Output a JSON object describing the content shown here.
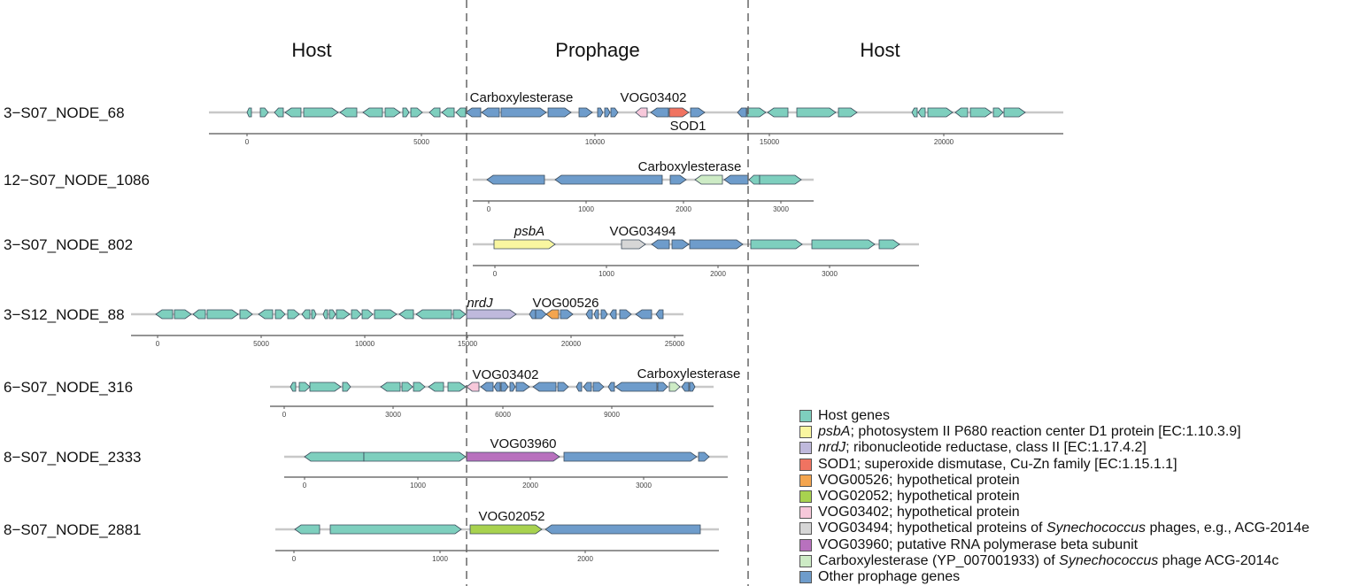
{
  "region_labels": {
    "left": "Host",
    "middle": "Prophage",
    "right": "Host"
  },
  "colors": {
    "host": "#7ECFBE",
    "psbA": "#F9F6A0",
    "nrdJ": "#BFB9DC",
    "SOD1": "#F07361",
    "VOG00526": "#F4A54E",
    "VOG02052": "#A8D24F",
    "VOG03402": "#F7C8DA",
    "VOG03494": "#D6D6D6",
    "VOG03960": "#B871BE",
    "carbox": "#CDEBC5",
    "other": "#6E9CCB",
    "outline": "#3A4A5A",
    "track": "#C8C8C8",
    "axis": "#555555",
    "divider": "#666666"
  },
  "contigs": [
    {
      "name": "3−S07_NODE_68",
      "ticks": [
        "0",
        "5000",
        "10000",
        "15000",
        "20000"
      ],
      "annotations": [
        {
          "text": "Carboxylesterase",
          "italic": false
        },
        {
          "text": "VOG03402",
          "italic": false
        },
        {
          "text": "SOD1",
          "italic": false
        }
      ]
    },
    {
      "name": "12−S07_NODE_1086",
      "ticks": [
        "0",
        "1000",
        "2000",
        "3000"
      ],
      "annotations": [
        {
          "text": "Carboxylesterase",
          "italic": false
        }
      ]
    },
    {
      "name": "3−S07_NODE_802",
      "ticks": [
        "0",
        "1000",
        "2000",
        "3000"
      ],
      "annotations": [
        {
          "text": "psbA",
          "italic": true
        },
        {
          "text": "VOG03494",
          "italic": false
        }
      ]
    },
    {
      "name": "3−S12_NODE_88",
      "ticks": [
        "0",
        "5000",
        "10000",
        "15000",
        "20000",
        "25000"
      ],
      "annotations": [
        {
          "text": "nrdJ",
          "italic": true
        },
        {
          "text": "VOG00526",
          "italic": false
        }
      ]
    },
    {
      "name": "6−S07_NODE_316",
      "ticks": [
        "0",
        "3000",
        "6000",
        "9000"
      ],
      "annotations": [
        {
          "text": "VOG03402",
          "italic": false
        },
        {
          "text": "Carboxylesterase",
          "italic": false
        }
      ]
    },
    {
      "name": "8−S07_NODE_2333",
      "ticks": [
        "0",
        "1000",
        "2000",
        "3000"
      ],
      "annotations": [
        {
          "text": "VOG03960",
          "italic": false
        }
      ]
    },
    {
      "name": "8−S07_NODE_2881",
      "ticks": [
        "0",
        "1000",
        "2000"
      ],
      "annotations": [
        {
          "text": "VOG02052",
          "italic": false
        }
      ]
    }
  ],
  "legend": [
    {
      "key": "host",
      "parts": [
        [
          "Host genes",
          false
        ]
      ]
    },
    {
      "key": "psbA",
      "parts": [
        [
          "psbA",
          true
        ],
        [
          "; photosystem II P680 reaction center D1 protein [EC:1.10.3.9]",
          false
        ]
      ]
    },
    {
      "key": "nrdJ",
      "parts": [
        [
          "nrdJ",
          true
        ],
        [
          "; ribonucleotide reductase, class II [EC:1.17.4.2]",
          false
        ]
      ]
    },
    {
      "key": "SOD1",
      "parts": [
        [
          "SOD1; superoxide dismutase, Cu-Zn family [EC:1.15.1.1]",
          false
        ]
      ]
    },
    {
      "key": "VOG00526",
      "parts": [
        [
          "VOG00526; hypothetical protein",
          false
        ]
      ]
    },
    {
      "key": "VOG02052",
      "parts": [
        [
          "VOG02052; hypothetical protein",
          false
        ]
      ]
    },
    {
      "key": "VOG03402",
      "parts": [
        [
          "VOG03402; hypothetical protein",
          false
        ]
      ]
    },
    {
      "key": "VOG03494",
      "parts": [
        [
          "VOG03494; hypothetical proteins of ",
          false
        ],
        [
          "Synechococcus",
          true
        ],
        [
          " phages, e.g., ACG-2014e",
          false
        ]
      ]
    },
    {
      "key": "VOG03960",
      "parts": [
        [
          "VOG03960; putative RNA polymerase beta subunit",
          false
        ]
      ]
    },
    {
      "key": "carbox",
      "parts": [
        [
          "Carboxylesterase (YP_007001933) of ",
          false
        ],
        [
          "Synechococcus",
          true
        ],
        [
          " phage ACG-2014c",
          false
        ]
      ]
    },
    {
      "key": "other",
      "parts": [
        [
          "Other prophage genes",
          false
        ]
      ]
    }
  ]
}
